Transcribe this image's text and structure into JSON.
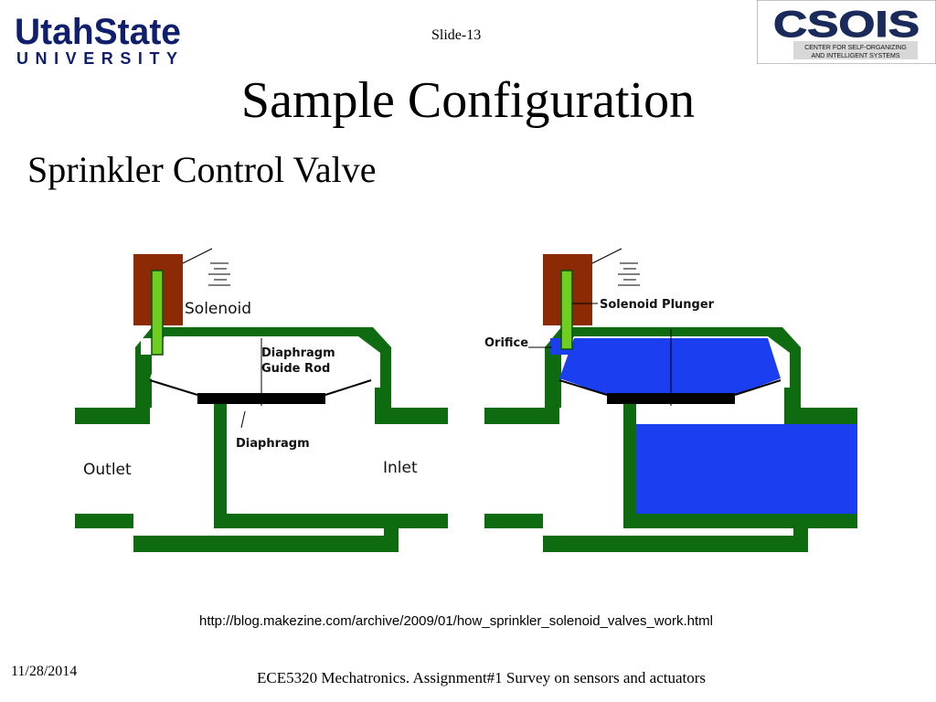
{
  "header": {
    "usu_logo": {
      "line1": "UtahState",
      "line2": "UNIVERSITY"
    },
    "csois_logo": {
      "name": "CSOIS",
      "line1": "CENTER FOR SELF-ORGANIZING",
      "line2": "AND INTELLIGENT SYSTEMS"
    },
    "slide_number": "Slide-13"
  },
  "title": "Sample Configuration",
  "subtitle": "Sprinkler Control Valve",
  "diagram": {
    "left_labels": {
      "solenoid": "Solenoid",
      "guide_rod_1": "Diaphragm",
      "guide_rod_2": "Guide Rod",
      "diaphragm": "Diaphragm",
      "outlet": "Outlet",
      "inlet": "Inlet"
    },
    "right_labels": {
      "plunger": "Solenoid Plunger",
      "orifice": "Orifice"
    },
    "colors": {
      "pipe_wall": "#0f6b0f",
      "solenoid": "#8b2a05",
      "plunger": "#6fcf1f",
      "water": "#1a3ef0",
      "diaphragm": "#000000"
    }
  },
  "source_url": "http://blog.makezine.com/archive/2009/01/how_sprinkler_solenoid_valves_work.html",
  "footer": {
    "date": "11/28/2014",
    "course": "ECE5320 Mechatronics. Assignment#1 Survey on sensors and actuators"
  }
}
